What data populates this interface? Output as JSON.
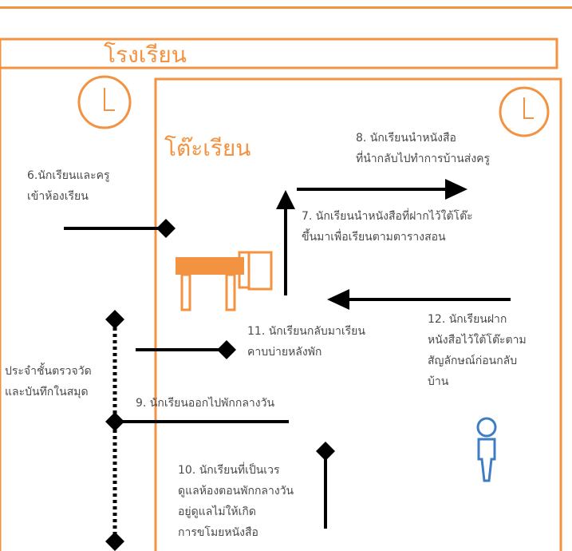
{
  "school_label": "โรงเรียน",
  "desk_label": "โต๊ะเรียน",
  "colors": {
    "accent": "#f39241",
    "line": "#000000",
    "person": "#3f7cc4",
    "text": "#4a4a4a"
  },
  "icons": [
    "clock-icon",
    "desk-icon",
    "person-icon"
  ],
  "steps": {
    "s6": {
      "line1": "6.นักเรียนและครู",
      "line2": "เข้าห้องเรียน"
    },
    "s7": {
      "line1": "7. นักเรียนนำหนังสือที่ฝากไว้ใต้โต๊ะ",
      "line2": "ขึ้นมาเพื่อเรียนตามตารางสอน"
    },
    "s8": {
      "line1": "8. นักเรียนนำหนังสือ",
      "line2": "ที่นำกลับไปทำการบ้านส่งครู"
    },
    "s9": {
      "line1": "9. นักเรียนออกไปพักกลางวัน"
    },
    "s10": {
      "line1": "10. นักเรียนที่เป็นเวร",
      "line2": "ดูแลห้องตอนพักกลางวัน",
      "line3": "อยู่ดูแลไม่ให้เกิด",
      "line4": "การขโมยหนังสือ"
    },
    "s11": {
      "line1": "11. นักเรียนกลับมาเรียน",
      "line2": "คาบบ่ายหลังพัก"
    },
    "s12": {
      "line1": "12. นักเรียนฝาก",
      "line2": "หนังสือไว้ใต้โต๊ะตาม",
      "line3": "สัญลักษณ์ก่อนกลับ",
      "line4": "บ้าน"
    },
    "monitor": {
      "line1": "ประจำชั้นตรวจวัด",
      "line2": "และบันทึกในสมุด"
    }
  }
}
